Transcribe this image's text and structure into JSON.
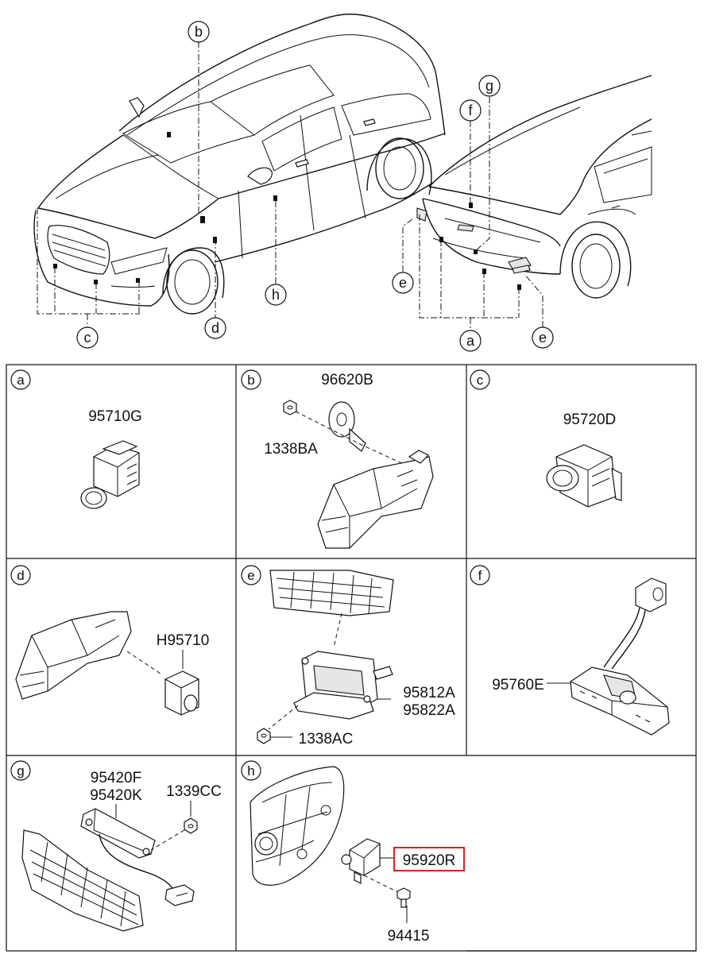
{
  "car_callouts": {
    "front": [
      "b",
      "c",
      "d",
      "h"
    ],
    "rear": [
      "g",
      "f",
      "e",
      "a",
      "e"
    ]
  },
  "cells": [
    {
      "letter": "a",
      "parts": [
        "95710G"
      ]
    },
    {
      "letter": "b",
      "parts": [
        "96620B",
        "1338BA"
      ]
    },
    {
      "letter": "c",
      "parts": [
        "95720D"
      ]
    },
    {
      "letter": "d",
      "parts": [
        "H95710"
      ]
    },
    {
      "letter": "e",
      "parts": [
        "95812A",
        "95822A",
        "1338AC"
      ]
    },
    {
      "letter": "f",
      "parts": [
        "95760E"
      ]
    },
    {
      "letter": "g",
      "parts": [
        "95420F",
        "95420K",
        "1339CC"
      ]
    },
    {
      "letter": "h",
      "parts": [
        "95920R",
        "94415"
      ]
    }
  ],
  "highlight": {
    "part": "95920R",
    "color": "#e0201c"
  }
}
